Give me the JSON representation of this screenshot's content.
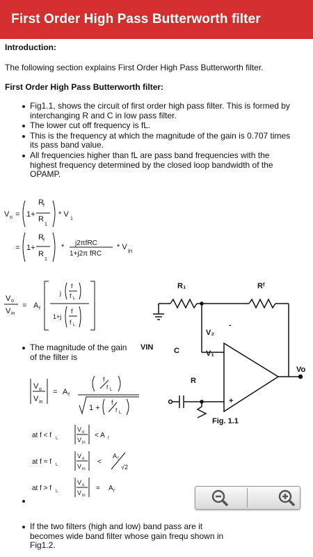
{
  "app": {
    "title": "First Order High Pass Butterworth filter"
  },
  "intro": {
    "heading": "Introduction:",
    "text": "The following section explains First Order High Pass Butterworth filter."
  },
  "section": {
    "heading": "First Order High Pass Butterworth filter:",
    "bullets": [
      "Fig1.1, shows the circuit of first order high pass filter. This is formed by interchanging R and C in low pass filter.",
      "The lower cut off frequency is fL.",
      "This is the frequency at which the magnitude of the gain is 0.707 times its pass band value.",
      "All frequencies higher than fL are pass band frequencies with the highest frequency determined by the closed loop bandwidth of the OPAMP."
    ],
    "gain_bullet": "The magnitude of the gain of the filter is",
    "last_bullet_visible": "If the two filters (high and low) band pass are it becomes wide band filter whose gain frequ shown in Fig1.2."
  },
  "circuit": {
    "labels": {
      "r1": "R₁",
      "rf": "Rᶠ",
      "v2": "V₂",
      "v1": "V₁",
      "vo": "Vo",
      "vin": "VIN",
      "c": "C",
      "r": "R"
    },
    "caption": "Fig. 1.1"
  },
  "zoom": {
    "out_icon": "zoom-out-icon",
    "in_icon": "zoom-in-icon"
  }
}
